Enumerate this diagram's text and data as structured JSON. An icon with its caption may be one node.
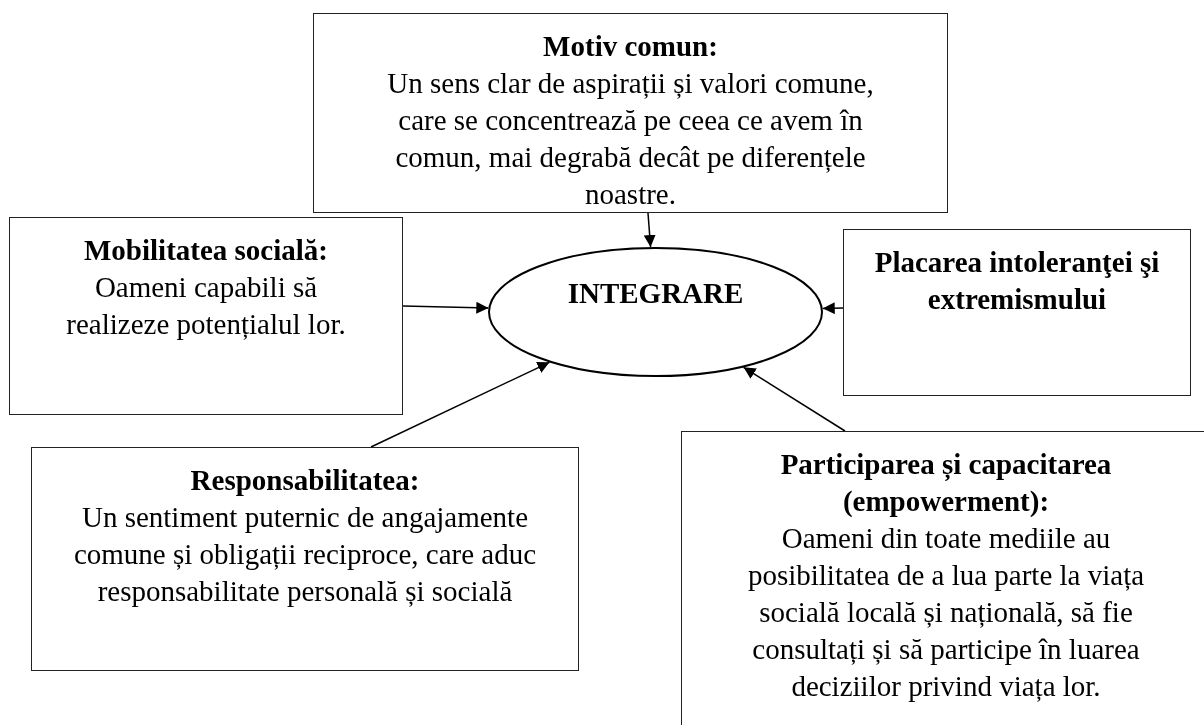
{
  "diagram": {
    "nodes": [
      {
        "text": [
          "Motiv comun:",
          "Un sens clar de aspirații și valori comune, care se concentrează pe ceea ce avem în comun, mai degrabă decât pe diferențele noastre."
        ]
      },
      {
        "text": [
          "Mobilitatea socială:",
          "Oameni capabili să realizeze potențialul lor."
        ]
      },
      {
        "text": [
          "INTEGRARE"
        ]
      },
      {
        "text": [
          "Placarea intoleranţei şi extremismului"
        ]
      },
      {
        "text": [
          "Responsabilitatea:",
          "Un sentiment puternic de angajamente comune și obligații reciproce, care aduc responsabilitate personală și socială"
        ]
      },
      {
        "text": [
          "Participarea și capacitarea (empowerment):",
          "Oameni din toate mediile au posibilitatea de a lua parte la viața socială locală și națională, să fie consultați și să participe în luarea deciziilor privind viața lor."
        ]
      }
    ],
    "edges": [
      {
        "from": 0,
        "to": 2,
        "arrow": "to"
      },
      {
        "from": 1,
        "to": 2,
        "arrow": "to"
      },
      {
        "from": 3,
        "to": 2,
        "arrow": "to"
      },
      {
        "from": 4,
        "to": 2,
        "arrow": "to"
      },
      {
        "from": 5,
        "to": 2,
        "arrow": "to"
      }
    ]
  }
}
